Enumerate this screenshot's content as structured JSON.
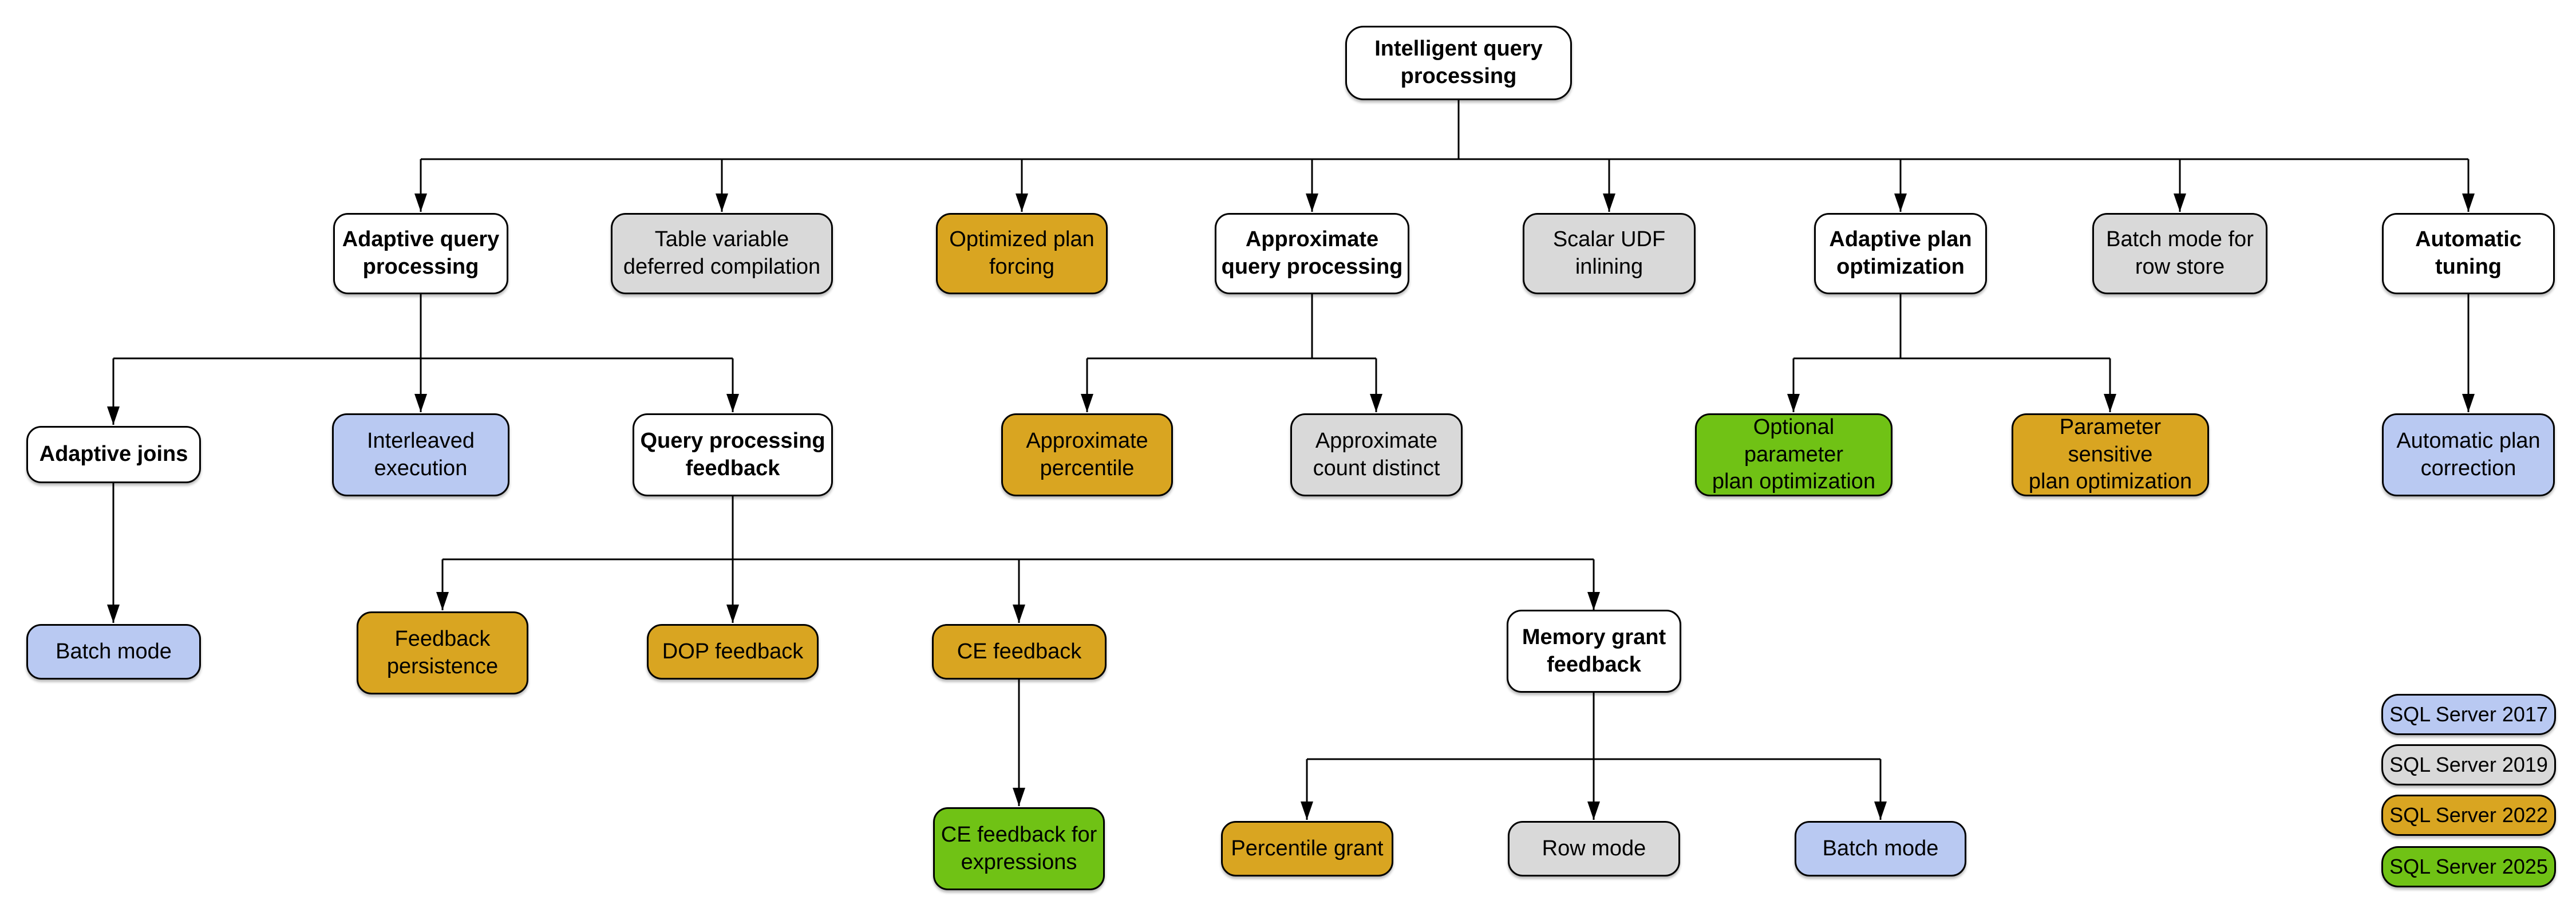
{
  "colors": {
    "category": "#FFFFFF",
    "sql2017": "#B9C9F2",
    "sql2019": "#D9D9D9",
    "sql2022": "#D9A521",
    "sql2025": "#70C215",
    "border": "#000000",
    "connector": "#000000",
    "background": "#FFFFFF"
  },
  "nodes": [
    {
      "id": "root",
      "label": "Intelligent query\nprocessing",
      "version": "category",
      "color": "#FFFFFF"
    },
    {
      "id": "adaptive-query-processing",
      "label": "Adaptive query\nprocessing",
      "version": "category",
      "color": "#FFFFFF"
    },
    {
      "id": "table-variable-deferred-compilation",
      "label": "Table variable\ndeferred compilation",
      "version": "2019",
      "color": "#D9D9D9"
    },
    {
      "id": "optimized-plan-forcing",
      "label": "Optimized plan\nforcing",
      "version": "2022",
      "color": "#D9A521"
    },
    {
      "id": "approximate-query-processing",
      "label": "Approximate\nquery processing",
      "version": "category",
      "color": "#FFFFFF"
    },
    {
      "id": "scalar-udf-inlining",
      "label": "Scalar UDF\ninlining",
      "version": "2019",
      "color": "#D9D9D9"
    },
    {
      "id": "adaptive-plan-optimization",
      "label": "Adaptive plan\noptimization",
      "version": "category",
      "color": "#FFFFFF"
    },
    {
      "id": "batch-mode-for-row-store",
      "label": "Batch mode for\nrow store",
      "version": "2019",
      "color": "#D9D9D9"
    },
    {
      "id": "automatic-tuning",
      "label": "Automatic\ntuning",
      "version": "category",
      "color": "#FFFFFF"
    },
    {
      "id": "adaptive-joins",
      "label": "Adaptive joins",
      "version": "category",
      "color": "#FFFFFF"
    },
    {
      "id": "interleaved-execution",
      "label": "Interleaved\nexecution",
      "version": "2017",
      "color": "#B9C9F2"
    },
    {
      "id": "query-processing-feedback",
      "label": "Query processing\nfeedback",
      "version": "category",
      "color": "#FFFFFF"
    },
    {
      "id": "approximate-percentile",
      "label": "Approximate\npercentile",
      "version": "2022",
      "color": "#D9A521"
    },
    {
      "id": "approximate-count-distinct",
      "label": "Approximate\ncount distinct",
      "version": "2019",
      "color": "#D9D9D9"
    },
    {
      "id": "optional-parameter-plan-optimization",
      "label": "Optional parameter\nplan optimization",
      "version": "2025",
      "color": "#70C215"
    },
    {
      "id": "parameter-sensitive-plan-optimization",
      "label": "Parameter sensitive\nplan optimization",
      "version": "2022",
      "color": "#D9A521"
    },
    {
      "id": "automatic-plan-correction",
      "label": "Automatic plan\ncorrection",
      "version": "2017",
      "color": "#B9C9F2"
    },
    {
      "id": "batch-mode-adaptive-joins",
      "label": "Batch mode",
      "version": "2017",
      "color": "#B9C9F2"
    },
    {
      "id": "feedback-persistence",
      "label": "Feedback\npersistence",
      "version": "2022",
      "color": "#D9A521"
    },
    {
      "id": "dop-feedback",
      "label": "DOP feedback",
      "version": "2022",
      "color": "#D9A521"
    },
    {
      "id": "ce-feedback",
      "label": "CE feedback",
      "version": "2022",
      "color": "#D9A521"
    },
    {
      "id": "memory-grant-feedback",
      "label": "Memory grant\nfeedback",
      "version": "category",
      "color": "#FFFFFF"
    },
    {
      "id": "ce-feedback-for-expressions",
      "label": "CE feedback for\nexpressions",
      "version": "2025",
      "color": "#70C215"
    },
    {
      "id": "percentile-grant",
      "label": "Percentile grant",
      "version": "2022",
      "color": "#D9A521"
    },
    {
      "id": "row-mode",
      "label": "Row mode",
      "version": "2019",
      "color": "#D9D9D9"
    },
    {
      "id": "batch-mode-memory-grant",
      "label": "Batch mode",
      "version": "2017",
      "color": "#B9C9F2"
    }
  ],
  "legend": {
    "items": [
      {
        "label": "SQL Server 2017",
        "color": "#B9C9F2"
      },
      {
        "label": "SQL Server 2019",
        "color": "#D9D9D9"
      },
      {
        "label": "SQL Server 2022",
        "color": "#D9A521"
      },
      {
        "label": "SQL Server 2025",
        "color": "#70C215"
      }
    ]
  }
}
